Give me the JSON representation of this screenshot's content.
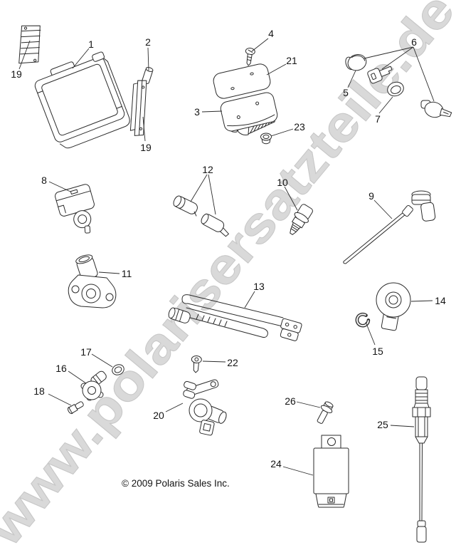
{
  "diagram": {
    "watermark": "www.polarisersatzteile.de",
    "copyright": "© 2009 Polaris Sales Inc."
  },
  "colors": {
    "background": "#ffffff",
    "line_art": "#2b2b2b",
    "watermark_fill": "#d9d9d9",
    "watermark_outline": "#c7c7c7",
    "label_text": "#141414"
  },
  "callouts": [
    {
      "number": "19"
    },
    {
      "number": "1"
    },
    {
      "number": "2"
    },
    {
      "number": "19"
    },
    {
      "number": "4"
    },
    {
      "number": "21"
    },
    {
      "number": "3"
    },
    {
      "number": "23"
    },
    {
      "number": "6"
    },
    {
      "number": "5"
    },
    {
      "number": "7"
    },
    {
      "number": "8"
    },
    {
      "number": "12"
    },
    {
      "number": "10"
    },
    {
      "number": "9"
    },
    {
      "number": "11"
    },
    {
      "number": "13"
    },
    {
      "number": "14"
    },
    {
      "number": "15"
    },
    {
      "number": "17"
    },
    {
      "number": "16"
    },
    {
      "number": "22"
    },
    {
      "number": "18"
    },
    {
      "number": "20"
    },
    {
      "number": "26"
    },
    {
      "number": "24"
    },
    {
      "number": "25"
    }
  ]
}
